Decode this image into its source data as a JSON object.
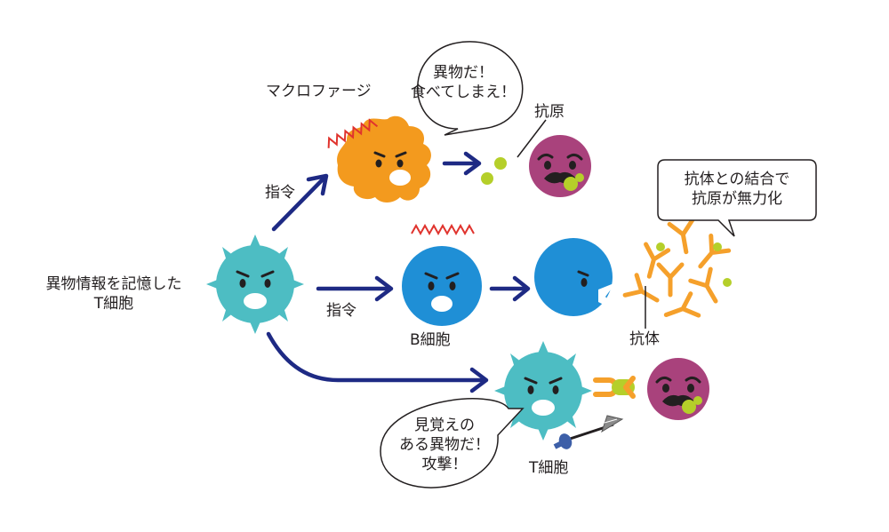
{
  "labels": {
    "memory_t_cell": [
      "異物情報を記憶した",
      "T細胞"
    ],
    "command_upper": "指令",
    "command_lower": "指令",
    "macrophage": "マクロファージ",
    "antigen": "抗原",
    "b_cell": "B細胞",
    "antibody": "抗体",
    "t_cell": "T細胞"
  },
  "speech": {
    "macrophage": [
      "異物だ！",
      "食べてしまえ！"
    ],
    "neutralize": [
      "抗体との結合で",
      "抗原が無力化"
    ],
    "t_cell": [
      "見覚えの",
      "ある異物だ！",
      "攻撃！"
    ]
  },
  "colors": {
    "t_cell": "#4dbdc3",
    "macrophage": "#f39a1e",
    "b_cell": "#1f8fd6",
    "antigen_body": "#a9427c",
    "antigen_dot": "#b5cf2a",
    "antibody": "#f5a02b",
    "arrow": "#1e2a84",
    "alert_marks": "#e0332d",
    "spear_handle": "#3d5fa8"
  },
  "icons": [
    "memory-t-cell-icon",
    "macrophage-icon",
    "b-cell-icon",
    "activated-b-cell-icon",
    "antigen-icon",
    "antibody-icon",
    "t-cell-icon",
    "spear-icon"
  ]
}
